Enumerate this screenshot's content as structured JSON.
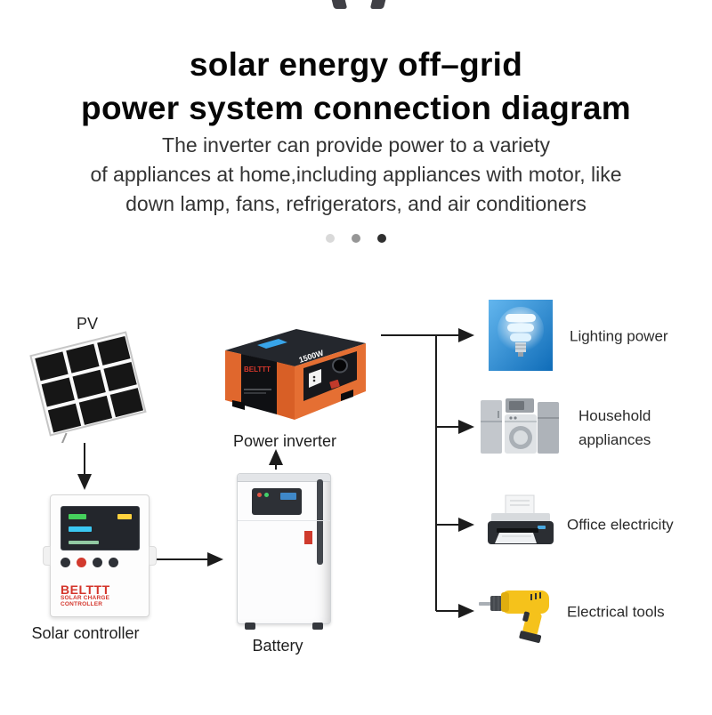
{
  "header": {
    "title_line1": "solar energy off–grid",
    "title_line2": "power system connection diagram",
    "description_lines": [
      "The inverter can provide power to a variety",
      "of appliances at home,including appliances with motor, like",
      "down lamp, fans, refrigerators, and air conditioners"
    ],
    "dot_colors": [
      "#d9d9d9",
      "#969696",
      "#2f2f2f"
    ]
  },
  "nodes": {
    "pv": {
      "label": "PV",
      "icon": "solar-panel-icon"
    },
    "controller": {
      "label": "Solar controller",
      "brand": "BELTTT",
      "subtitle": "SOLAR CHARGE CONTROLLER",
      "icon": "charge-controller-icon"
    },
    "battery": {
      "label": "Battery",
      "icon": "battery-tower-icon"
    },
    "inverter": {
      "label": "Power inverter",
      "brand": "BELTTT",
      "model": "1500W",
      "icon": "power-inverter-icon"
    }
  },
  "outputs": [
    {
      "label": "Lighting power",
      "icon": "cfl-bulb-icon"
    },
    {
      "label": "Household appliances",
      "icon": "home-appliances-icon"
    },
    {
      "label": "Office electricity",
      "icon": "printer-icon"
    },
    {
      "label": "Electrical tools",
      "icon": "power-drill-icon"
    }
  ],
  "colors": {
    "connector": "#1c1c1c",
    "brand_red": "#d4352b",
    "inverter_orange": "#e0672d",
    "lighting_blue": "#1f7fc6",
    "drill_yellow": "#f5c21b"
  }
}
